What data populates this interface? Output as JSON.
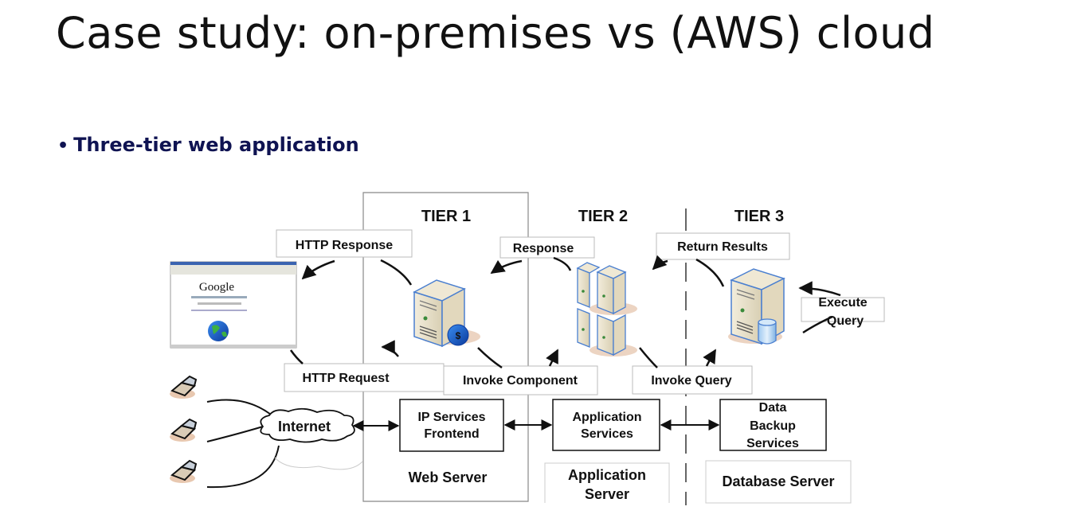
{
  "slide": {
    "title": "Case study: on-premises vs (AWS) cloud",
    "bullet": "Three-tier web application",
    "bullet_color": "#0f1352"
  },
  "diagram": {
    "tiers": [
      {
        "label": "TIER 1"
      },
      {
        "label": "TIER 2"
      },
      {
        "label": "TIER 3"
      }
    ],
    "flow_labels": {
      "http_response": "HTTP Response",
      "http_request": "HTTP Request",
      "response": "Response",
      "invoke_component": "Invoke Component",
      "return_results": "Return Results",
      "invoke_query": "Invoke Query",
      "execute_query_line1": "Execute",
      "execute_query_line2": "Query"
    },
    "services": {
      "internet": "Internet",
      "ip_services_line1": "IP Services",
      "ip_services_line2": "Frontend",
      "app_services_line1": "Application",
      "app_services_line2": "Services",
      "data_backup_line1": "Data",
      "data_backup_line2": "Backup",
      "data_backup_line3": "Services"
    },
    "servers": {
      "web_server": "Web Server",
      "app_server_line1": "Application",
      "app_server_line2": "Server",
      "db_server": "Database Server"
    },
    "browser": {
      "brand": "Google"
    },
    "icons": [
      "laptop-icon",
      "laptop-icon",
      "laptop-icon",
      "browser-window-icon",
      "globe-icon",
      "web-server-icon",
      "server-cluster-icon",
      "database-server-icon",
      "cloud-icon"
    ]
  }
}
